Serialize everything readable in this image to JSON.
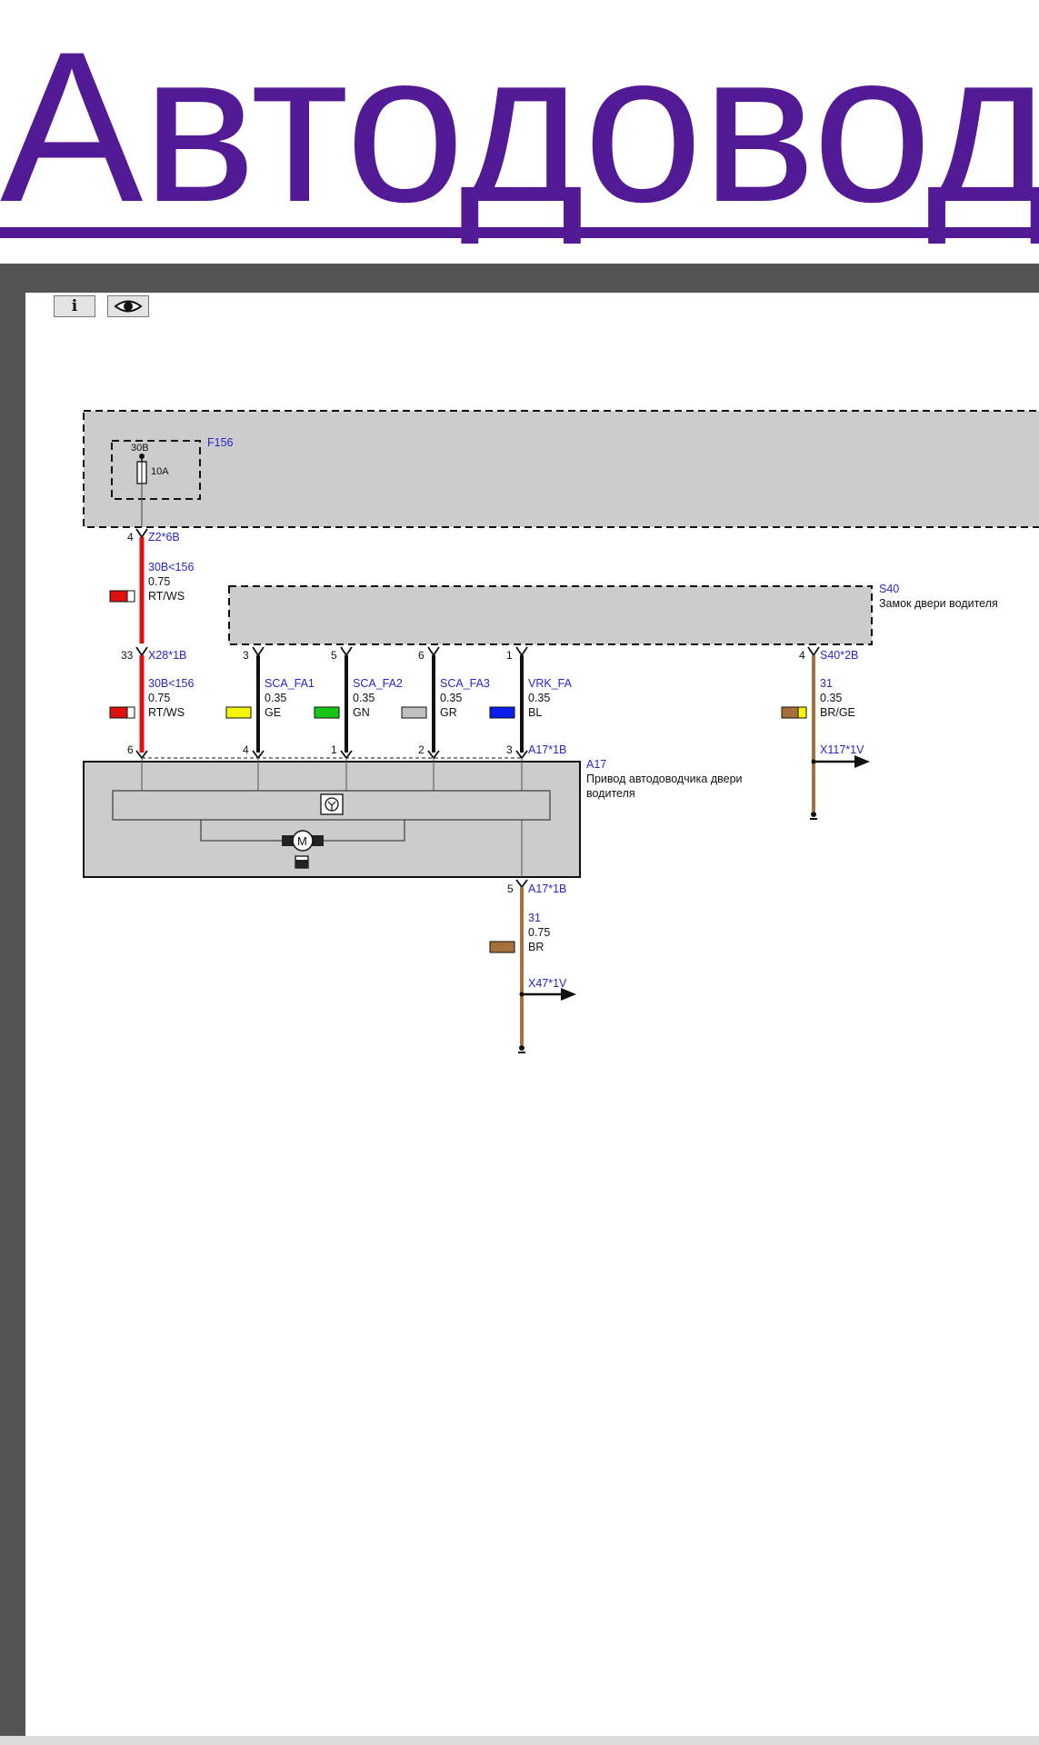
{
  "page": {
    "title": "Автодовод"
  },
  "toolbar": {
    "info_icon": "info-icon",
    "eye_icon": "eye-icon"
  },
  "diagram": {
    "fuse_box": {
      "id": "F156",
      "terminal": "30B",
      "rating": "10A",
      "pin": "4",
      "connector": "Z2*6B"
    },
    "wire_upper": {
      "signal": "30B<156",
      "gauge": "0.75",
      "color": "RT/WS"
    },
    "connector_x28": {
      "pin": "33",
      "name": "X28*1B"
    },
    "lock_component": {
      "id": "S40",
      "description": "Замок двери водителя",
      "connector": "S40*2B"
    },
    "wires": [
      {
        "top_pin": "33",
        "signal": "30B<156",
        "gauge": "0.75",
        "color": "RT/WS",
        "bottom_pin": "6"
      },
      {
        "top_pin": "3",
        "signal": "SCA_FA1",
        "gauge": "0.35",
        "color": "GE",
        "bottom_pin": "4"
      },
      {
        "top_pin": "5",
        "signal": "SCA_FA2",
        "gauge": "0.35",
        "color": "GN",
        "bottom_pin": "1"
      },
      {
        "top_pin": "6",
        "signal": "SCA_FA3",
        "gauge": "0.35",
        "color": "GR",
        "bottom_pin": "2"
      },
      {
        "top_pin": "1",
        "signal": "VRK_FA",
        "gauge": "0.35",
        "color": "BL",
        "bottom_pin": "3"
      },
      {
        "top_pin": "4",
        "signal": "31",
        "gauge": "0.35",
        "color": "BR/GE"
      }
    ],
    "actuator": {
      "id": "A17",
      "connector": "A17*1B",
      "description_line1": "Привод автодоводчика двери",
      "description_line2": "водителя"
    },
    "ground_s40": {
      "connector": "X117*1V"
    },
    "ground_a17": {
      "pin": "5",
      "connector": "A17*1B",
      "signal": "31",
      "gauge": "0.75",
      "color": "BR",
      "ground_connector": "X47*1V"
    },
    "motor_symbol": "M"
  },
  "colors": {
    "title": "#531a96",
    "frame": "#545454",
    "component_fill": "#cccccc",
    "label_blue": "#2727c4",
    "wire_red": "#e01010",
    "wire_brown": "#a5703c",
    "swatch_yellow": "#f5f500",
    "swatch_green": "#17c617",
    "swatch_gray": "#c0c0c0",
    "swatch_blue": "#0a1ef0"
  }
}
